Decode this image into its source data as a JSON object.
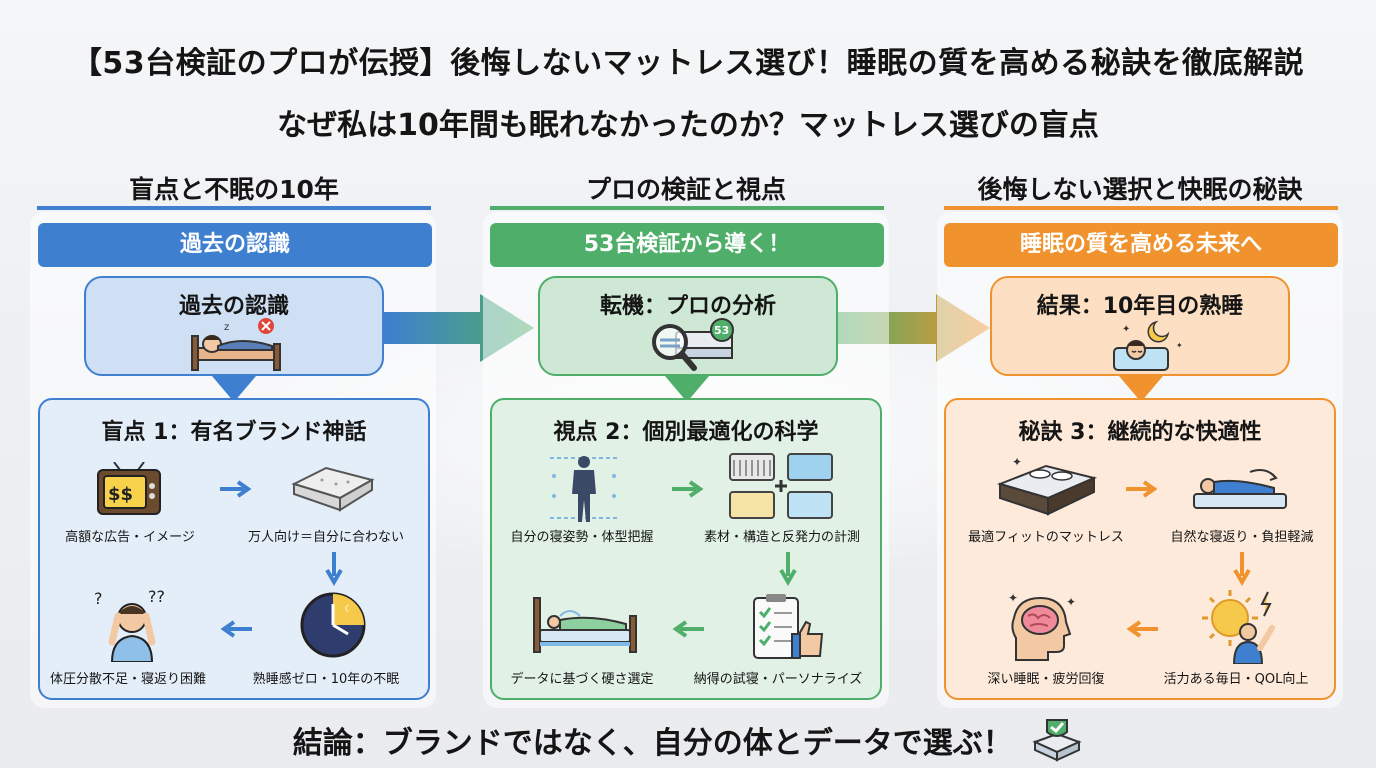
{
  "title": "【53台検証のプロが伝授】後悔しないマットレス選び！睡眠の質を高める秘訣を徹底解説",
  "subtitle": "なぜ私は10年間も眠れなかったのか？マットレス選びの盲点",
  "colors": {
    "blue": "#3f7fd0",
    "blue_light": "#dbe8f7",
    "green": "#4fae6a",
    "green_light": "#dcefe0",
    "orange": "#f0932f",
    "orange_light": "#fde4cc"
  },
  "columns": [
    {
      "header": "盲点と不眠の10年",
      "banner": "過去の認識",
      "top_box": {
        "title": "過去の認識",
        "icon": "sleepless-bed-icon"
      },
      "big_box": {
        "title": "盲点 1：有名ブランド神話",
        "items": [
          {
            "label": "高額な広告・イメージ",
            "icon": "tv-dollar-icon"
          },
          {
            "label": "万人向け＝自分に合わない",
            "icon": "mattress-icon"
          },
          {
            "label": "熟睡感ゼロ・10年の不眠",
            "icon": "night-clock-icon"
          },
          {
            "label": "体圧分散不足・寝返り困難",
            "icon": "confused-person-icon"
          }
        ]
      }
    },
    {
      "header": "プロの検証と視点",
      "banner": "53台検証から導く！",
      "top_box": {
        "title": "転機：プロの分析",
        "icon": "magnifier-mattress-icon",
        "badge": "53"
      },
      "big_box": {
        "title": "視点 2：個別最適化の科学",
        "items": [
          {
            "label": "自分の寝姿勢・体型把握",
            "icon": "body-scan-icon"
          },
          {
            "label": "素材・構造と反発力の計測",
            "icon": "mattress-layers-icon"
          },
          {
            "label": "納得の試寝・パーソナライズ",
            "icon": "checklist-thumb-icon"
          },
          {
            "label": "データに基づく硬さ選定",
            "icon": "person-lying-icon"
          }
        ]
      }
    },
    {
      "header": "後悔しない選択と快眠の秘訣",
      "banner": "睡眠の質を高める未来へ",
      "top_box": {
        "title": "結果：10年目の熟睡",
        "icon": "peaceful-sleep-icon"
      },
      "big_box": {
        "title": "秘訣 3：継続的な快適性",
        "items": [
          {
            "label": "最適フィットのマットレス",
            "icon": "fitted-mattress-icon"
          },
          {
            "label": "自然な寝返り・負担軽減",
            "icon": "rolling-sleeper-icon"
          },
          {
            "label": "活力ある毎日・QOL向上",
            "icon": "energetic-sun-icon"
          },
          {
            "label": "深い睡眠・疲労回復",
            "icon": "brain-icon"
          }
        ]
      }
    }
  ],
  "conclusion": "結論：ブランドではなく、自分の体とデータで選ぶ！"
}
